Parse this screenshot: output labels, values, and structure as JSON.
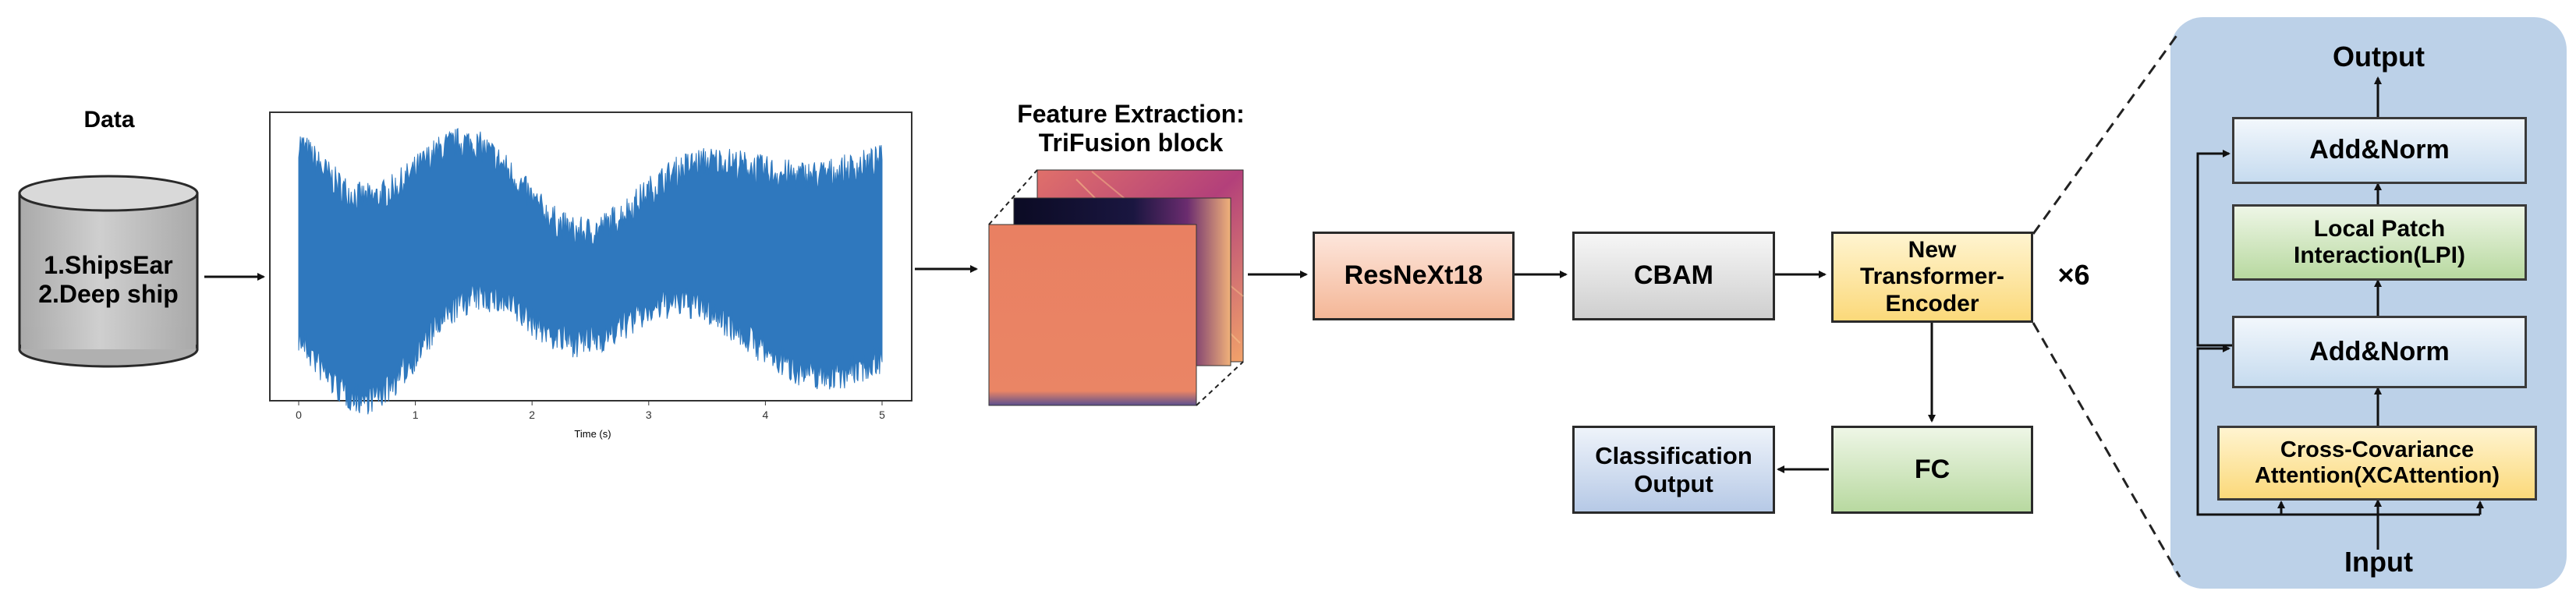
{
  "data_title": "Data",
  "datasets": [
    "1.ShipsEar",
    "2.Deep ship"
  ],
  "waveform": {
    "x_ticks": [
      "0",
      "1",
      "2",
      "3",
      "4",
      "5"
    ],
    "xlabel": "Time (s)"
  },
  "feature_title": [
    "Feature Extraction:",
    "TriFusion block"
  ],
  "blocks": {
    "resnext": "ResNeXt18",
    "cbam": "CBAM",
    "encoder": [
      "New",
      "Transformer-",
      "Encoder"
    ],
    "repeat": "×6",
    "fc": "FC",
    "classification": [
      "Classification",
      "Output"
    ]
  },
  "encoder_detail": {
    "output": "Output",
    "addnorm_top": "Add&Norm",
    "lpi": [
      "Local Patch",
      "Interaction(LPI)"
    ],
    "addnorm_bottom": "Add&Norm",
    "xca": [
      "Cross-Covariance",
      "Attention(XCAttention)"
    ],
    "input": "Input"
  },
  "colors": {
    "waveform": "#2f78be",
    "panel": "#bcd1e8",
    "spectrogram_front": "#e98062",
    "resnext_fill": "#f4b797",
    "encoder_fill": "#fbd97a",
    "fc_fill": "#b8d9a0",
    "classification_fill": "#b6c9e6"
  }
}
